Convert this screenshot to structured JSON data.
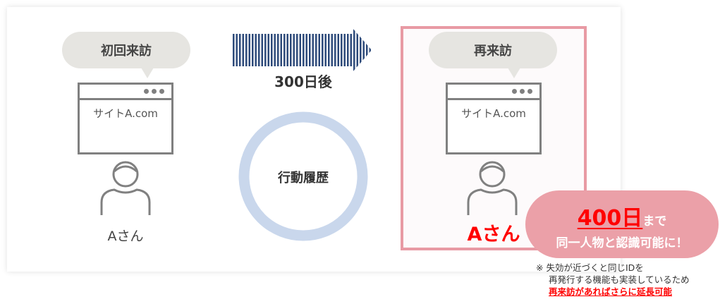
{
  "first_visit": {
    "bubble": "初回来訪",
    "site": "サイトA.com",
    "user": "Aさん"
  },
  "arrow": {
    "label": "300日後"
  },
  "history": {
    "label": "行動履歴"
  },
  "revisit": {
    "bubble": "再来訪",
    "site": "サイトA.com",
    "user": "Aさん"
  },
  "callout": {
    "days": "400日",
    "until": "まで",
    "line2": "同一人物と認識可能に！"
  },
  "note": {
    "mark": "※",
    "line1": "失効が近づくと同じIDを",
    "line2": "再発行する機能も実装しているため",
    "line3": "再来訪があればさらに延長可能"
  },
  "colors": {
    "bubble": "#e6e5e1",
    "arrow": "#2d4a7a",
    "ring": "#c9d7ec",
    "pink_border": "#e89aa4",
    "pill": "#eba0a8",
    "red": "#ff0000"
  }
}
